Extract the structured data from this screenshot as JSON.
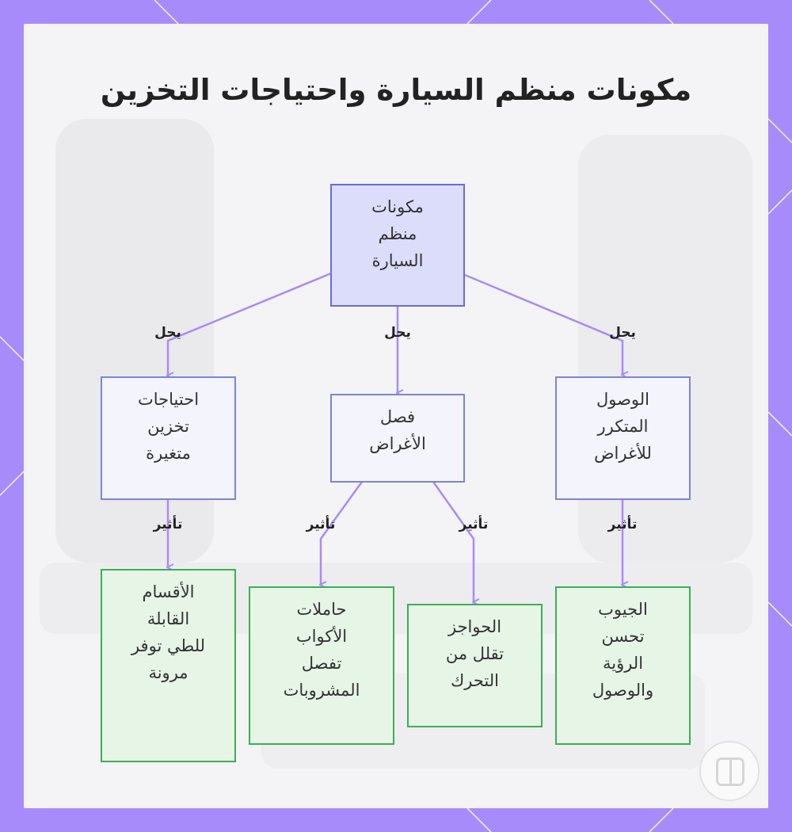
{
  "title": "مكونات منظم السيارة واحتياجات التخزين",
  "colors": {
    "frame": "#a78bfa",
    "edge": "#a78bfa",
    "root_fill": "#dcdcfb",
    "mid_fill": "#f3f4fc",
    "leaf_fill": "#e6f5e6",
    "leaf_border": "#3dae55"
  },
  "nodes": {
    "root": "مكونات\nمنظم\nالسيارة",
    "storage_needs": "احتياجات\nتخزين\nمتغيرة",
    "separation": "فصل\nالأغراض",
    "frequent_access": "الوصول\nالمتكرر\nللأغراض",
    "foldable": "الأقسام\nالقابلة\nللطي توفر\nمرونة",
    "cup_holders": "حاملات\nالأكواب\nتفصل\nالمشروبات",
    "dividers": "الحواجز\nتقلل من\nالتحرك",
    "pockets": "الجيوب\nتحسن\nالرؤية\nوالوصول"
  },
  "edge_labels": {
    "solves_left": "يحل",
    "solves_center": "يحل",
    "solves_right": "يحل",
    "effect_1": "تأثير",
    "effect_2": "تأثير",
    "effect_3": "تأثير",
    "effect_4": "تأثير"
  },
  "logo_icon": "grid-logo-icon"
}
